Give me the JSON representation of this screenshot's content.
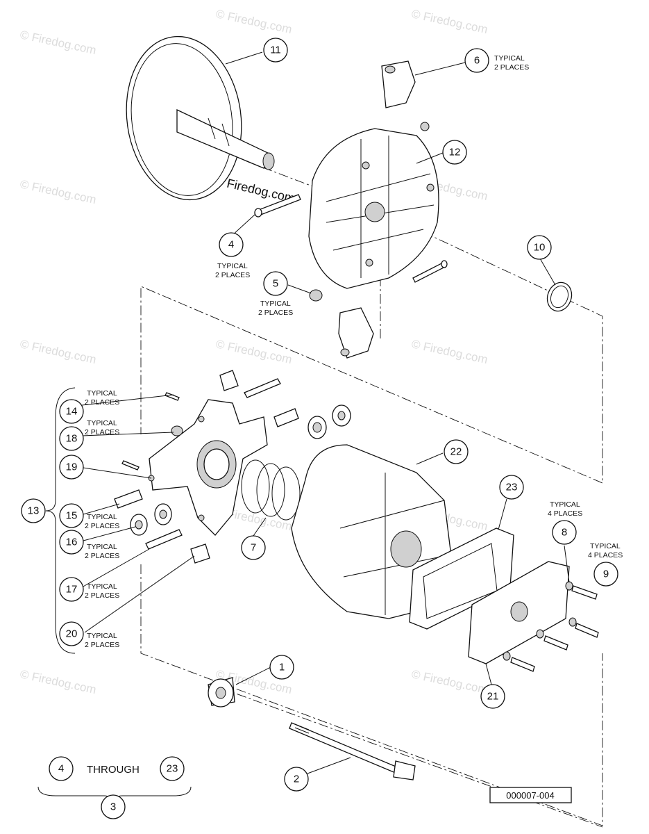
{
  "watermark": "© Firedog.com",
  "center_watermark": "© Firedog.com",
  "reference_code": "000007-004",
  "range_note": {
    "from": "4",
    "word": "THROUGH",
    "to": "23",
    "assembly": "3"
  },
  "callouts": [
    {
      "id": "11",
      "label": "11"
    },
    {
      "id": "6",
      "label": "6",
      "note": [
        "TYPICAL",
        "2 PLACES"
      ]
    },
    {
      "id": "12",
      "label": "12"
    },
    {
      "id": "4",
      "label": "4",
      "note": [
        "TYPICAL",
        "2 PLACES"
      ]
    },
    {
      "id": "10",
      "label": "10"
    },
    {
      "id": "5",
      "label": "5",
      "note": [
        "TYPICAL",
        "2 PLACES"
      ]
    },
    {
      "id": "14",
      "label": "14",
      "note": [
        "TYPICAL",
        "2 PLACES"
      ]
    },
    {
      "id": "18",
      "label": "18",
      "note": [
        "TYPICAL",
        "2 PLACES"
      ]
    },
    {
      "id": "19",
      "label": "19"
    },
    {
      "id": "13",
      "label": "13"
    },
    {
      "id": "15",
      "label": "15",
      "note": [
        "TYPICAL",
        "2 PLACES"
      ]
    },
    {
      "id": "16",
      "label": "16",
      "note": [
        "TYPICAL",
        "2 PLACES"
      ]
    },
    {
      "id": "17",
      "label": "17",
      "note": [
        "TYPICAL",
        "2 PLACES"
      ]
    },
    {
      "id": "20",
      "label": "20",
      "note": [
        "TYPICAL",
        "2 PLACES"
      ]
    },
    {
      "id": "7",
      "label": "7"
    },
    {
      "id": "22",
      "label": "22"
    },
    {
      "id": "23",
      "label": "23"
    },
    {
      "id": "8",
      "label": "8",
      "note": [
        "TYPICAL",
        "4 PLACES"
      ]
    },
    {
      "id": "9",
      "label": "9",
      "note": [
        "TYPICAL",
        "4 PLACES"
      ]
    },
    {
      "id": "21",
      "label": "21"
    },
    {
      "id": "1",
      "label": "1"
    },
    {
      "id": "2",
      "label": "2"
    }
  ]
}
